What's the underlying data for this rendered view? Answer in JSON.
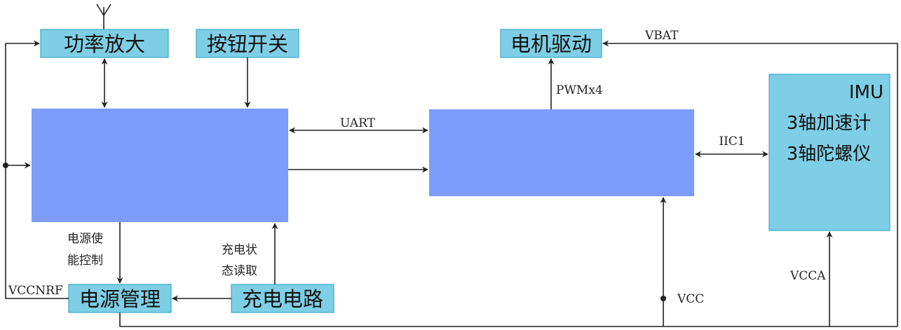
{
  "colors": {
    "module_fill": "#7ecfe6",
    "module_stroke": "#3aa9c9",
    "mcu_fill": "#7b9cfb",
    "wire": "#222222"
  },
  "blocks": {
    "power_amp": "功率放大",
    "button_switch": "按钮开关",
    "motor_driver": "电机驱动",
    "power_mgmt": "电源管理",
    "charge_circuit": "充电电路",
    "imu": {
      "line1": "IMU",
      "line2": "3轴加速计",
      "line3": "3轴陀螺仪"
    }
  },
  "signals": {
    "uart": "UART",
    "pwm": "PWMx4",
    "iic": "IIC1",
    "vbat": "VBAT",
    "vcc": "VCC",
    "vcca": "VCCA",
    "vccnrf": "VCCNRF"
  },
  "notes": {
    "power_enable_line1": "电源使",
    "power_enable_line2": "能控制",
    "charge_status_line1": "充电状",
    "charge_status_line2": "态读取"
  },
  "icons": {
    "antenna": "antenna-icon"
  }
}
